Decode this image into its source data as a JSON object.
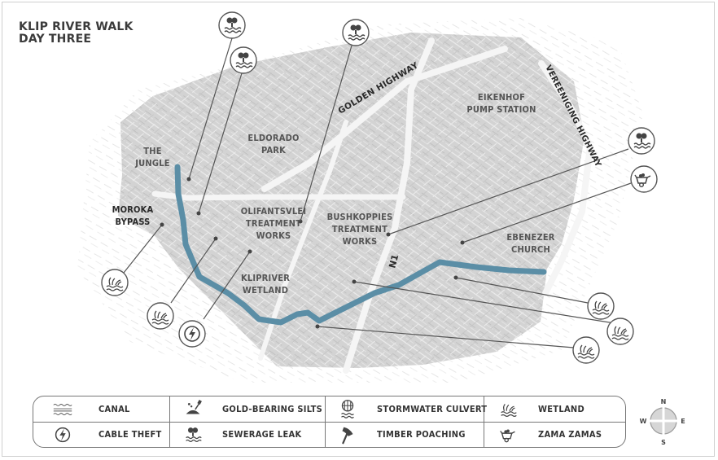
{
  "map_title": {
    "line1": "KLIP RIVER WALK",
    "line2": "DAY THREE"
  },
  "places": {
    "the_jungle": "THE\nJUNGLE",
    "eldorado_park": "ELDORADO\nPARK",
    "eikenhof": "EIKENHOF\nPUMP STATION",
    "moroka": "MOROKA\nBYPASS",
    "olifantsvlei": "OLIFANTSVLEI\nTREATMENT\nWORKS",
    "bushkoppies": "BUSHKOPPIES\nTREATMENT\nWORKS",
    "ebenezer": "EBENEZER\nCHURCH",
    "klipriver_wetland": "KLIPRIVER\nWETLAND"
  },
  "roads": {
    "golden_highway": "GOLDEN HIGHWAY",
    "vereeniging_highway": "VEREENIGING HIGHWAY",
    "n1": "N1"
  },
  "legend": {
    "canal": "CANAL",
    "gold_silts": "GOLD-BEARING SILTS",
    "stormwater": "STORMWATER CULVERT",
    "wetland": "WETLAND",
    "cable_theft": "CABLE THEFT",
    "sewerage": "SEWERAGE LEAK",
    "timber": "TIMBER POACHING",
    "zama": "ZAMA ZAMAS"
  },
  "compass": {
    "n": "N",
    "s": "S",
    "e": "E",
    "w": "W"
  },
  "colors": {
    "land": "#d3d3d3",
    "river": "#5b8ea6",
    "road": "#f5f5f5",
    "ink": "#555555"
  },
  "markers": [
    {
      "icon": "sewerage-leak-icon"
    },
    {
      "icon": "sewerage-leak-icon"
    },
    {
      "icon": "sewerage-leak-icon"
    },
    {
      "icon": "sewerage-leak-icon"
    },
    {
      "icon": "zama-zamas-icon"
    },
    {
      "icon": "wetland-icon"
    },
    {
      "icon": "wetland-icon"
    },
    {
      "icon": "cable-theft-icon"
    },
    {
      "icon": "wetland-icon"
    },
    {
      "icon": "wetland-icon"
    },
    {
      "icon": "wetland-icon"
    }
  ]
}
